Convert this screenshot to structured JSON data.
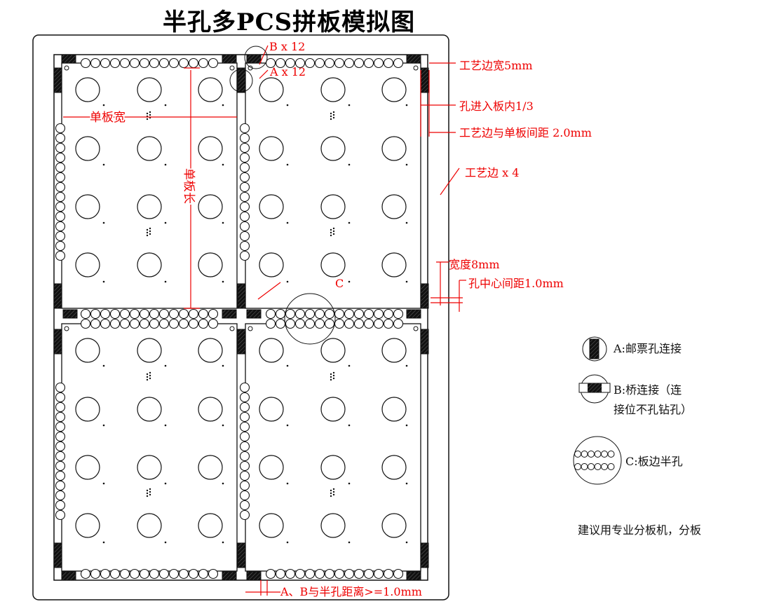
{
  "title": "半孔多PCS拼板模拟图",
  "labels": {
    "b_count": "B x 12",
    "a_count": "A x 12",
    "rail_width": "工艺边宽5mm",
    "hole_into_board": "孔进入板内1/3",
    "rail_gap": "工艺边与单板间距 2.0mm",
    "rail_count": "工艺边 x 4",
    "board_width": "单板宽",
    "board_length": "单板长",
    "width_8mm": "宽度8mm",
    "hole_pitch": "孔中心间距1.0mm",
    "c_mark": "C",
    "ab_distance": "A、B与半孔距离>=1.0mm"
  },
  "legend": {
    "a": "A:邮票孔连接",
    "b_line1": "B:桥连接（连",
    "b_line2": "接位不孔钻孔）",
    "c": "C:板边半孔",
    "note": "建议用专业分板机，分板"
  },
  "colors": {
    "annotation": "#e00000",
    "line": "#111111"
  }
}
